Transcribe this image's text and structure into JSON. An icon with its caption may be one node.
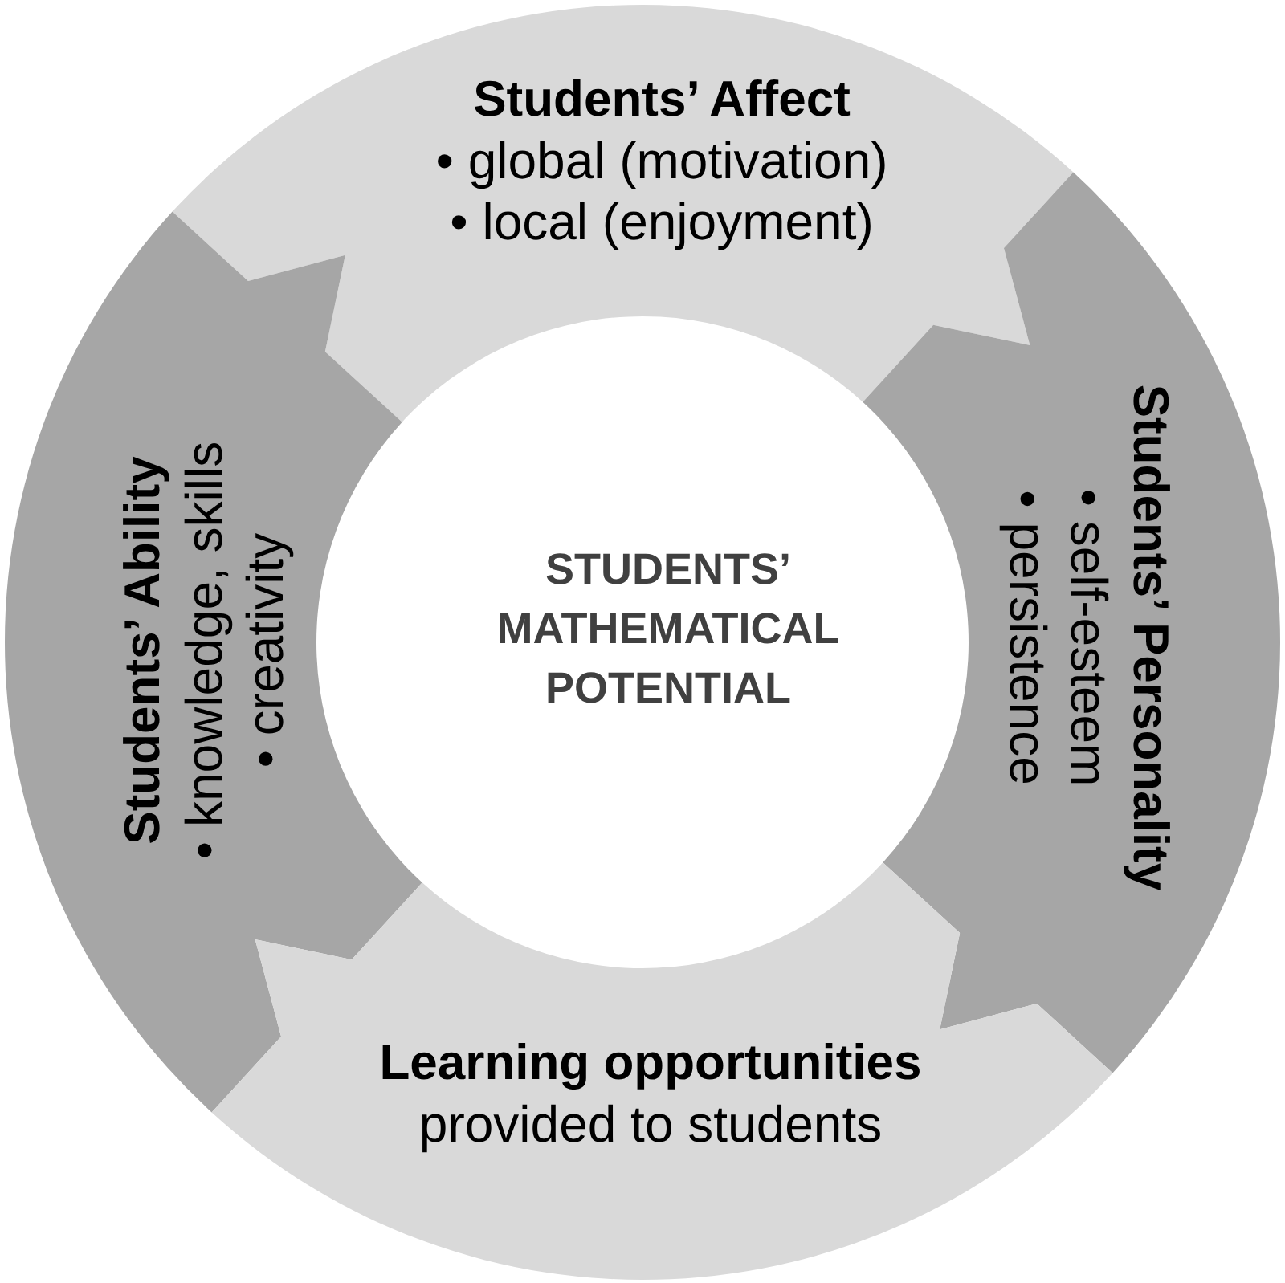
{
  "diagram": {
    "nodes": [
      {
        "text": [
          "Students’ Affect",
          "• global (motivation)",
          "• local (enjoyment)"
        ]
      },
      {
        "text": [
          "Students’ Ability",
          "• knowledge, skills",
          "• creativity"
        ]
      },
      {
        "text": [
          "STUDENTS’ MATHEMATICAL POTENTIAL"
        ]
      },
      {
        "text": [
          "Students’ Personality",
          "• self-esteem",
          "• persistence"
        ]
      },
      {
        "text": [
          "Learning opportunities",
          "provided to students"
        ]
      }
    ]
  }
}
